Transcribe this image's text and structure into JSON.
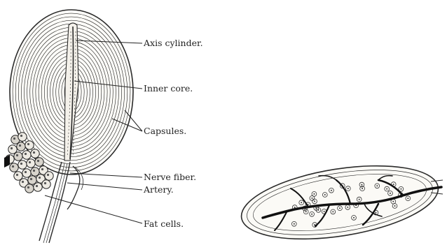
{
  "labels": {
    "axis_cylinder": "Axis cylinder.",
    "inner_core": "Inner core.",
    "capsules": "Capsules.",
    "nerve_fiber": "Nerve fiber.",
    "artery": "Artery.",
    "fat_cells": "Fat cells."
  }
}
